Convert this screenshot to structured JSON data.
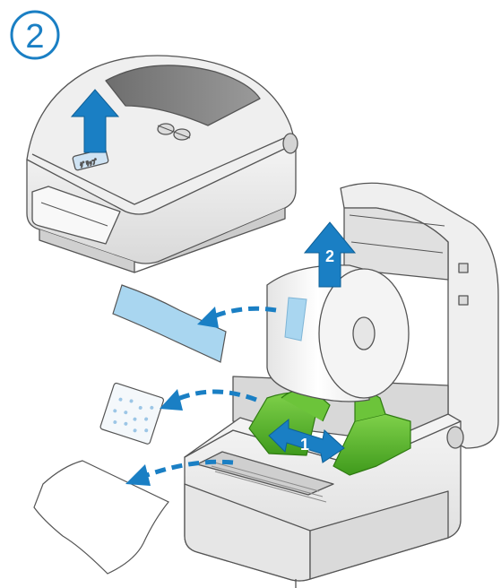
{
  "step": {
    "number": "2"
  },
  "arrows": {
    "lift_roll": {
      "label": "2"
    },
    "slide_guides": {
      "label": "1"
    }
  },
  "button": {
    "label": "ｸﾞﾘｯﾌﾟ"
  },
  "colors": {
    "accent_blue": "#1a7fc4",
    "guide_green": "#5cbf2a",
    "printer_gray": "#e9e9e9",
    "outline": "#555555"
  }
}
